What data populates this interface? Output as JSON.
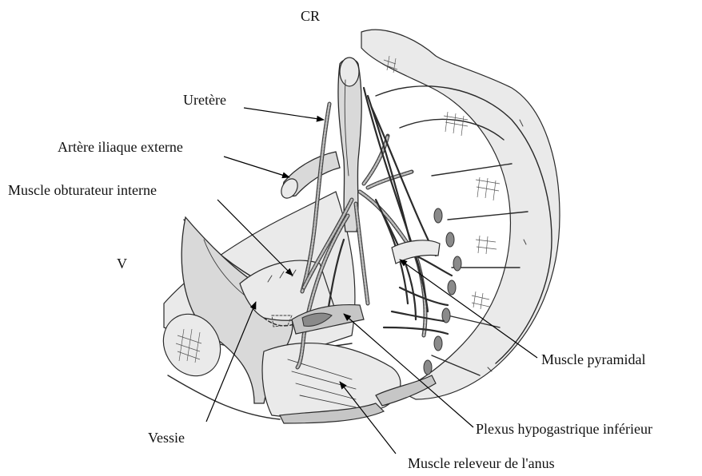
{
  "orientation": {
    "top": "CR",
    "left": "V"
  },
  "labels": {
    "uretere": "Uretère",
    "artere_iliaque_externe": "Artère iliaque externe",
    "muscle_obturateur_interne": "Muscle obturateur interne",
    "vessie": "Vessie",
    "muscle_pyramidal": "Muscle pyramidal",
    "plexus_hypogastrique_inferieur": "Plexus hypogastrique inférieur",
    "muscle_releveur_anus": "Muscle releveur de l'anus"
  }
}
